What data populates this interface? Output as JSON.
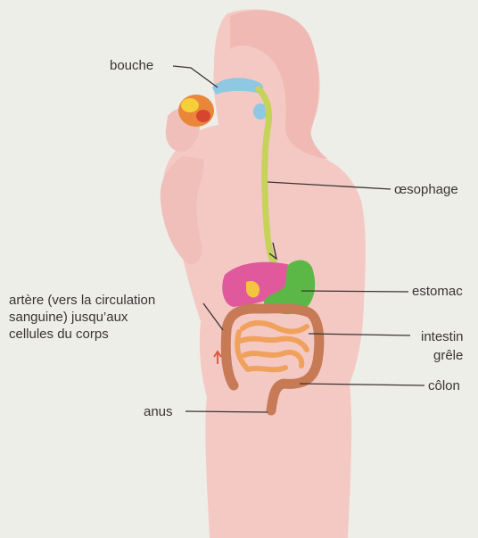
{
  "labels": {
    "bouche": "bouche",
    "oesophage": "œsophage",
    "estomac": "estomac",
    "artere_line1": "artère (vers la circulation",
    "artere_line2": "sanguine) jusqu’aux",
    "artere_line3": "cellules du corps",
    "intestin_line1": "intestin",
    "intestin_line2": "grêle",
    "colon": "côlon",
    "anus": "anus"
  },
  "colors": {
    "background": "#eeeee9",
    "body": "#f4c9c4",
    "oesophagus": "#c6d35a",
    "liver": "#e0599c",
    "stomach": "#5bb847",
    "small_intestine": "#f0a15c",
    "colon": "#c67a55",
    "mouth": "#8fc8e3",
    "apple": "#e9863a",
    "leader_line": "#3a3333"
  }
}
